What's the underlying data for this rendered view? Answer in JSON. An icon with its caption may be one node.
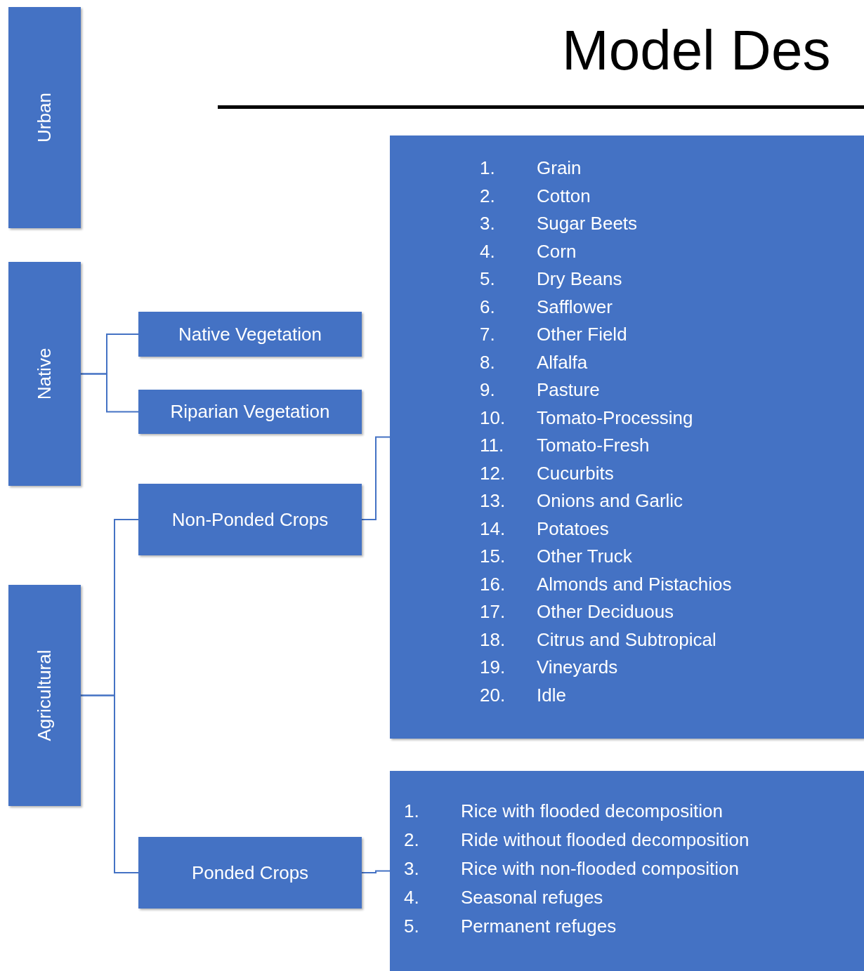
{
  "diagram": {
    "title": "Model Des",
    "nodes": [
      {
        "text": [
          "Urban"
        ]
      },
      {
        "text": [
          "Native"
        ]
      },
      {
        "text": [
          "Agricultural"
        ]
      },
      {
        "text": [
          "Native Vegetation"
        ]
      },
      {
        "text": [
          "Riparian Vegetation"
        ]
      },
      {
        "text": [
          "Non-Ponded Crops"
        ]
      },
      {
        "text": [
          "Ponded Crops"
        ]
      },
      {
        "text": [
          "1.",
          "Grain",
          "2.",
          "Cotton",
          "3.",
          "Sugar Beets",
          "4.",
          "Corn",
          "5.",
          "Dry Beans",
          "6.",
          "Safflower",
          "7.",
          "Other Field",
          "8.",
          "Alfalfa",
          "9.",
          "Pasture",
          "10.",
          "Tomato-Processing",
          "11.",
          "Tomato-Fresh",
          "12.",
          "Cucurbits",
          "13.",
          "Onions and Garlic",
          "14.",
          "Potatoes",
          "15.",
          "Other Truck",
          "16.",
          "Almonds and Pistachios",
          "17.",
          "Other Deciduous",
          "18.",
          "Citrus and Subtropical",
          "19.",
          "Vineyards",
          "20.",
          "Idle"
        ]
      },
      {
        "text": [
          "1.",
          "Rice with flooded decomposition",
          "2.",
          "Ride without flooded decomposition",
          "3.",
          "Rice with non-flooded composition",
          "4.",
          "Seasonal refuges",
          "5.",
          "Permanent refuges"
        ]
      }
    ],
    "edges": [
      {
        "from": 1,
        "to": 3,
        "arrow": "none"
      },
      {
        "from": 1,
        "to": 4,
        "arrow": "none"
      },
      {
        "from": 2,
        "to": 5,
        "arrow": "none"
      },
      {
        "from": 2,
        "to": 6,
        "arrow": "none"
      },
      {
        "from": 5,
        "to": 7,
        "arrow": "none"
      },
      {
        "from": 6,
        "to": 8,
        "arrow": "none"
      }
    ]
  }
}
